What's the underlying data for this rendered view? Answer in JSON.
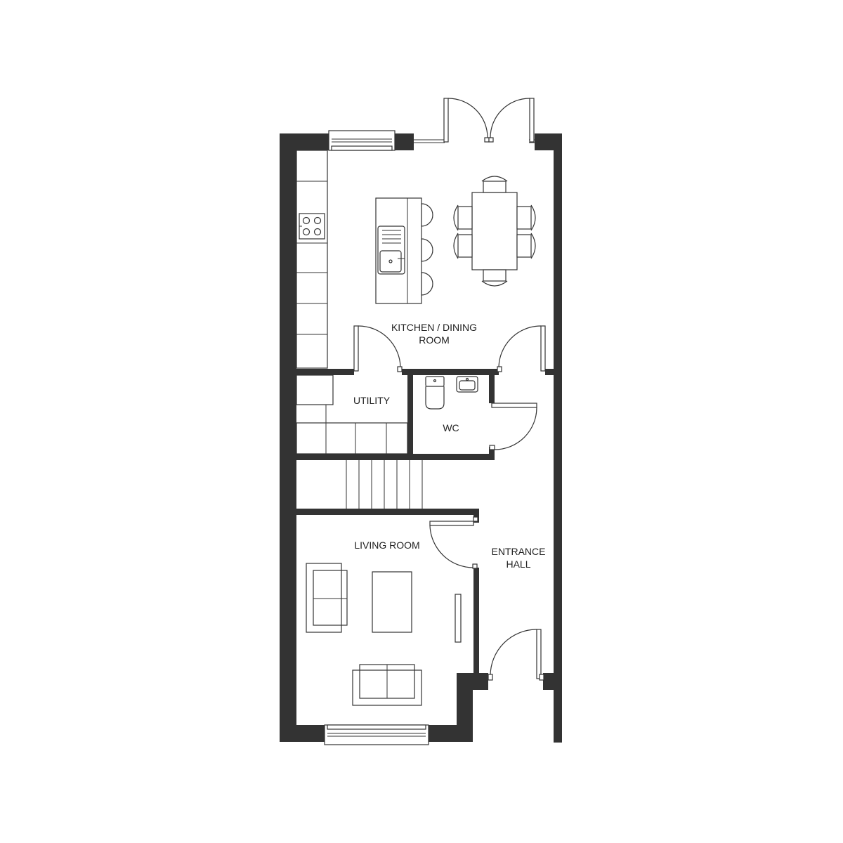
{
  "plan": {
    "wall_color": "#333333",
    "rooms": {
      "kitchen_dining": {
        "line1": "KITCHEN / DINING",
        "line2": "ROOM"
      },
      "utility": {
        "label": "UTILITY"
      },
      "wc": {
        "label": "WC"
      },
      "living_room": {
        "label": "LIVING ROOM"
      },
      "entrance_hall": {
        "line1": "ENTRANCE",
        "line2": "HALL"
      }
    }
  }
}
